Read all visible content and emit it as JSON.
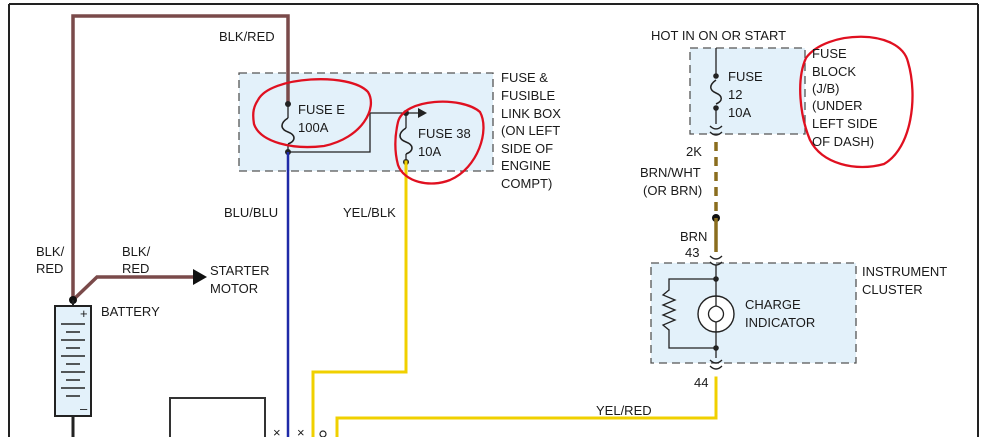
{
  "labels": {
    "blk_red_top": "BLK/RED",
    "blk_left_1": "BLK/",
    "blk_left_2": "RED",
    "blk_mid_1": "BLK/",
    "blk_mid_2": "RED",
    "starter_1": "STARTER",
    "starter_2": "MOTOR",
    "battery": "BATTERY",
    "battery_plus": "+",
    "battery_minus": "–",
    "fuse_e_1": "FUSE E",
    "fuse_e_2": "100A",
    "fuse_38_1": "FUSE 38",
    "fuse_38_2": "10A",
    "flb_1": "FUSE &",
    "flb_2": "FUSIBLE",
    "flb_3": "LINK BOX",
    "flb_4": "(ON LEFT",
    "flb_5": "SIDE OF",
    "flb_6": "ENGINE",
    "flb_7": "COMPT)",
    "blu_blu": "BLU/BLU",
    "yel_blk": "YEL/BLK",
    "hot": "HOT IN ON OR START",
    "fuse12_1": "FUSE",
    "fuse12_2": "12",
    "fuse12_3": "10A",
    "fb_1": "FUSE",
    "fb_2": "BLOCK",
    "fb_3": "(J/B)",
    "fb_4": "(UNDER",
    "fb_5": "LEFT SIDE",
    "fb_6": "OF DASH)",
    "pin_2k": "2K",
    "brn_wht_1": "BRN/WHT",
    "brn_wht_2": "(OR BRN)",
    "brn": "BRN",
    "pin_43": "43",
    "ic_1": "INSTRUMENT",
    "ic_2": "CLUSTER",
    "charge_1": "CHARGE",
    "charge_2": "INDICATOR",
    "pin_44": "44",
    "yel_red": "YEL/RED"
  },
  "colors": {
    "wire_blk_red": "#7a4a4a",
    "wire_blu": "#1f2aa8",
    "wire_yel": "#f0d000",
    "wire_brn": "#8a6d1e",
    "box_fill": "#e3f1fa",
    "box_stroke": "#555555",
    "annotation_red": "#e01020",
    "frame": "#222222"
  }
}
